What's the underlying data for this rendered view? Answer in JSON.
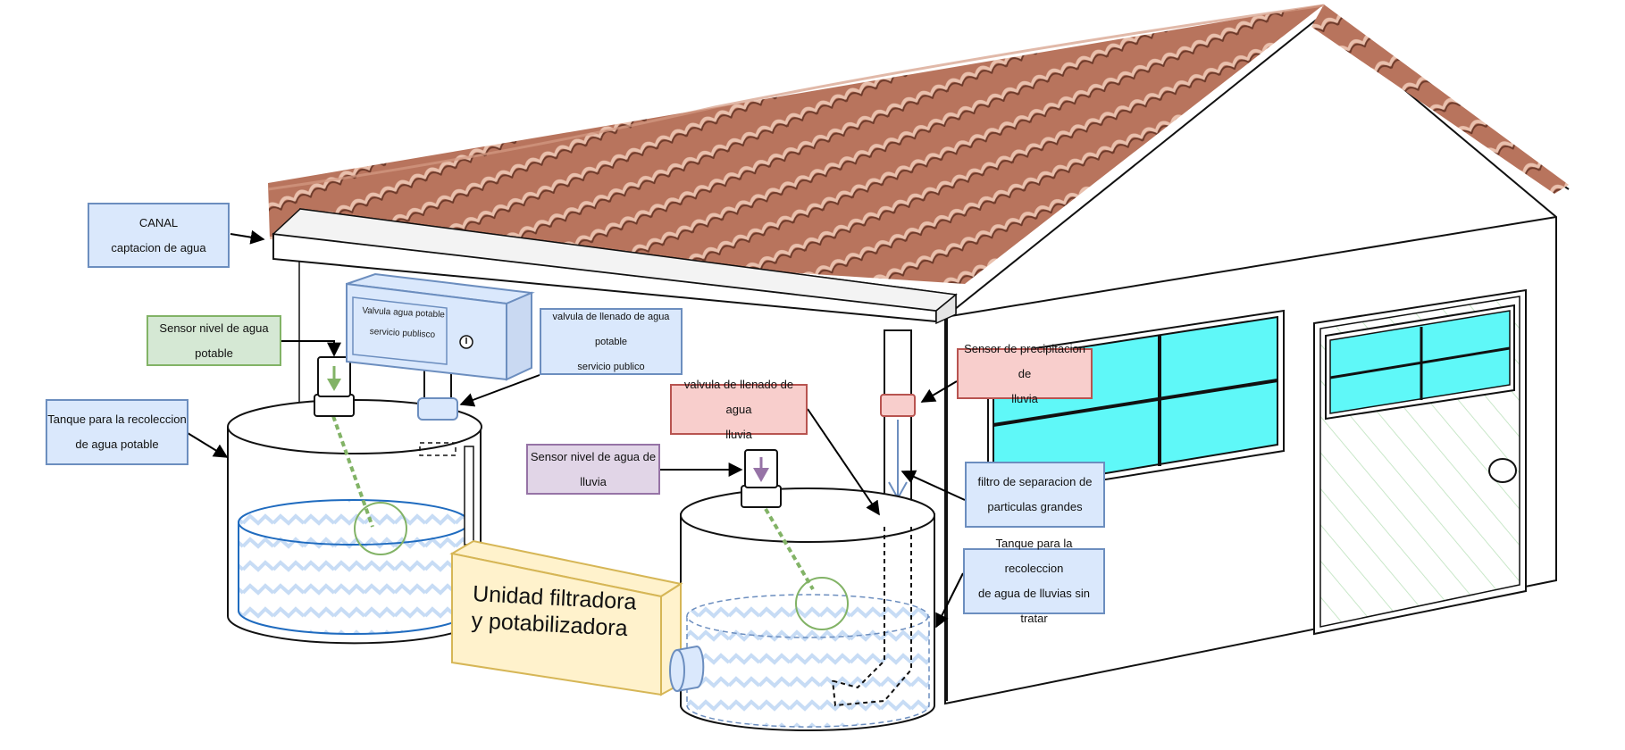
{
  "labels": {
    "canal": [
      "CANAL",
      "captacion de agua"
    ],
    "sensor_potable": [
      "Sensor nivel de agua",
      "potable"
    ],
    "tanque_potable": [
      "Tanque para la recoleccion",
      "de agua potable"
    ],
    "valvula_box": [
      "Valvula agua potable",
      "servicio publisco"
    ],
    "valvula_llenado_potable": [
      "valvula de llenado de agua potable",
      "servicio publico"
    ],
    "valvula_llenado_lluvia": [
      "valvula de llenado de agua",
      "lluvia"
    ],
    "sensor_lluvia": [
      "Sensor nivel de agua de",
      "lluvia"
    ],
    "sensor_precipitacion": [
      "Sensor de precipitacion de",
      "lluvia"
    ],
    "filtro": [
      "filtro de separacion de",
      "particulas grandes"
    ],
    "tanque_lluvia": [
      "Tanque para la recoleccion",
      "de agua de lluvias sin tratar"
    ],
    "unidad": [
      "Unidad filtradora",
      "y potabilizadora"
    ]
  },
  "colors": {
    "roof": "#b5705a",
    "window_glass": "#5ff8f8",
    "blue_fill": "#dae8fc",
    "blue_stroke": "#6c8ebf",
    "green_fill": "#d5e8d4",
    "green_stroke": "#82b366",
    "red_fill": "#f8cecc",
    "red_stroke": "#b85450",
    "purple_fill": "#e1d5e7",
    "purple_stroke": "#9673a6",
    "unit_fill": "#fff2cc",
    "unit_stroke": "#d6b656"
  }
}
